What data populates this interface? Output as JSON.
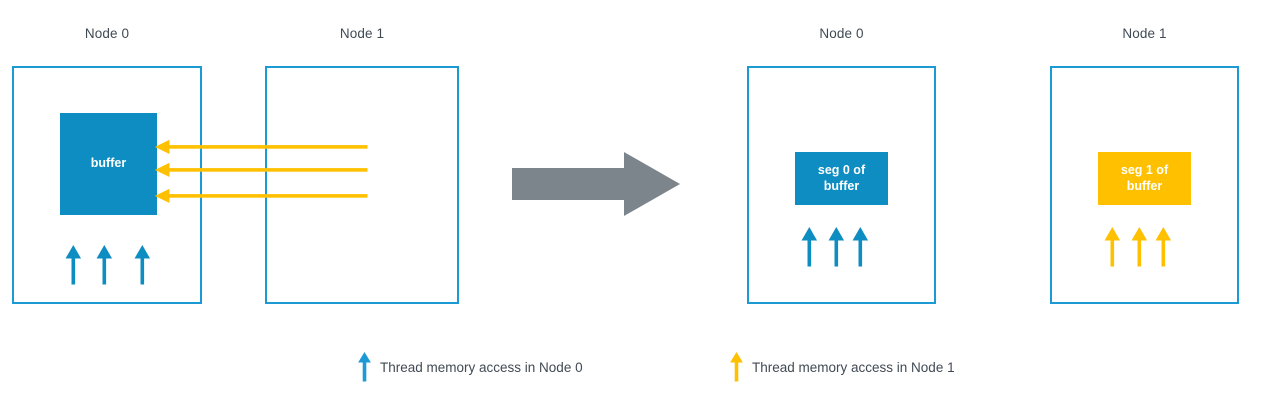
{
  "diagram": {
    "title_visible": false,
    "colors": {
      "node_border": "#1b9ad6",
      "blue_fill": "#0d8dc1",
      "yellow_fill": "#ffc000",
      "gray_arrow": "#7c848c",
      "label_text": "#404a54",
      "background": "#ffffff"
    },
    "before": {
      "nodes": [
        {
          "label": "Node 0",
          "block": {
            "text": "buffer",
            "color": "#0d8dc1"
          },
          "local_access_arrow_count": 3,
          "local_access_arrow_color": "#0d8dc1"
        },
        {
          "label": "Node 1",
          "block": null,
          "remote_access_arrow_count": 3,
          "remote_access_arrow_color": "#ffc000"
        }
      ]
    },
    "transform": {
      "icon": "right-block-arrow",
      "color": "#7c848c"
    },
    "after": {
      "nodes": [
        {
          "label": "Node 0",
          "block": {
            "line1": "seg 0 of",
            "line2": "buffer",
            "color": "#0d8dc1"
          },
          "local_access_arrow_count": 3,
          "local_access_arrow_color": "#0d8dc1"
        },
        {
          "label": "Node 1",
          "block": {
            "line1": "seg 1 of",
            "line2": "buffer",
            "color": "#ffc000"
          },
          "local_access_arrow_count": 3,
          "local_access_arrow_color": "#ffc000"
        }
      ]
    },
    "legend": [
      {
        "label": "Thread memory access in Node 0",
        "color": "#1b9ad6",
        "icon": "up-arrow-icon"
      },
      {
        "label": "Thread memory access in Node 1",
        "color": "#ffc000",
        "icon": "up-arrow-icon"
      }
    ]
  }
}
